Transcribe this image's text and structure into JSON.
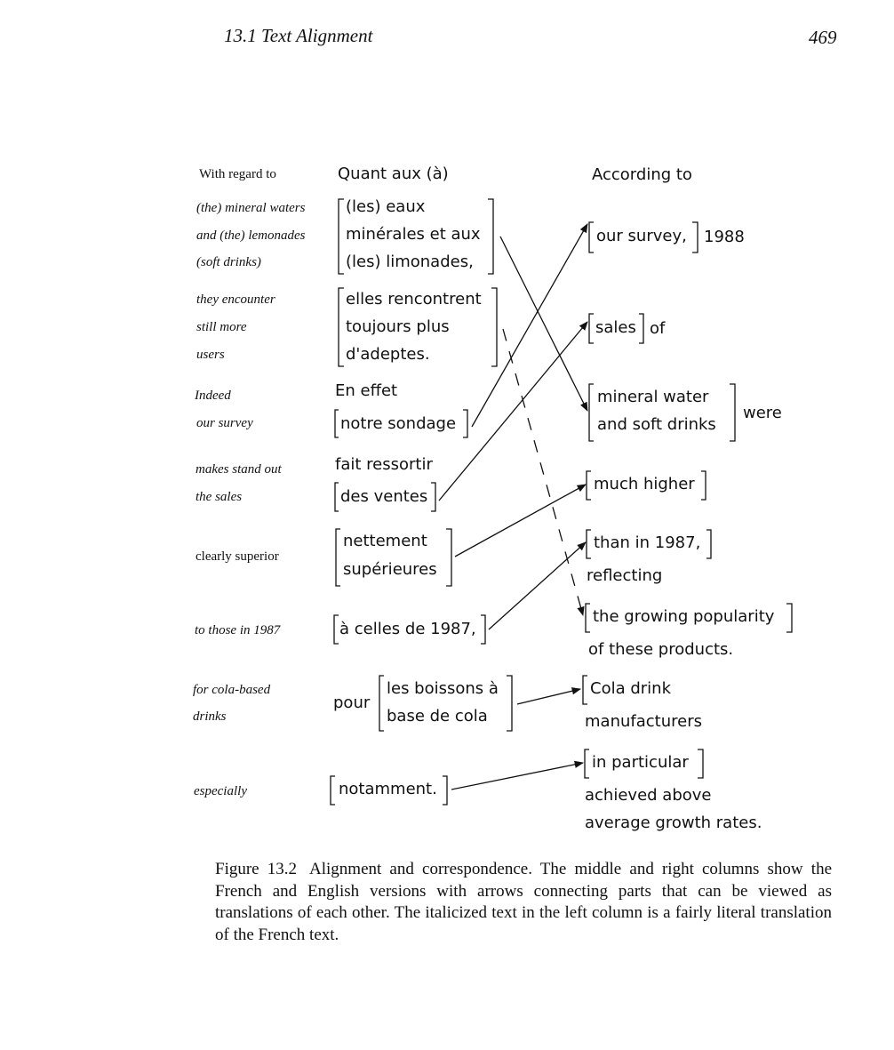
{
  "header": {
    "running_head": "13.1 Text Alignment",
    "page_number": "469"
  },
  "figure": {
    "literal_column": {
      "row1": "With regard to",
      "row2_l1": "(the) mineral waters",
      "row2_l2": "and (the) lemonades",
      "row2_l3": "(soft drinks)",
      "row3_l1": "they encounter",
      "row3_l2": "still more",
      "row3_l3": "users",
      "row4_l1": "Indeed",
      "row4_l2": "our survey",
      "row5_l1": "makes stand out",
      "row5_l2": "the sales",
      "row6": "clearly superior",
      "row7": "to those in 1987",
      "row8_l1": "for cola-based",
      "row8_l2": "drinks",
      "row9": "especially"
    },
    "french_column": {
      "quant": "Quant aux (à)",
      "eaux_l1": "(les) eaux",
      "eaux_l2": "minérales et aux",
      "eaux_l3": "(les) limonades,",
      "elles_l1": "elles rencontrent",
      "elles_l2": "toujours plus",
      "elles_l3": "d'adeptes.",
      "en_effet": "En effet",
      "sondage": "notre sondage",
      "fait": "fait ressortir",
      "ventes": "des ventes",
      "nettement_l1": "nettement",
      "nettement_l2": "supérieures",
      "celles": "à celles de 1987,",
      "pour": "pour",
      "boissons_l1": "les boissons à",
      "boissons_l2": "base de cola",
      "notamment": "notamment."
    },
    "english_column": {
      "according": "According to",
      "survey": "our survey,",
      "year": "1988",
      "sales": "sales",
      "of": "of",
      "mineral_l1": "mineral water",
      "mineral_l2": "and soft drinks",
      "were": "were",
      "much_higher": "much higher",
      "than_1987": "than in 1987,",
      "reflecting": "reflecting",
      "growing": "the growing popularity",
      "of_these": "of these products.",
      "cola_drink": "Cola drink",
      "manufacturers": "manufacturers",
      "in_particular": "in particular",
      "achieved": "achieved above",
      "average": "average growth rates."
    }
  },
  "caption": {
    "label": "Figure 13.2",
    "text": "Alignment and correspondence. The middle and right columns show the French and English versions with arrows connecting parts that can be viewed as translations of each other. The italicized text in the left column is a fairly literal translation of the French text."
  }
}
